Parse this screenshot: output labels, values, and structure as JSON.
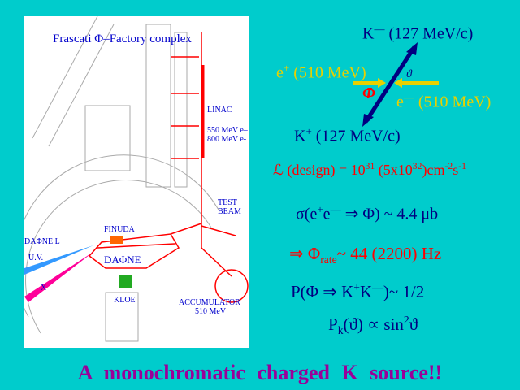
{
  "map": {
    "title": "Frascati Φ–Factory complex",
    "labels": {
      "linac": "LINAC",
      "linac_e1": "550 MeV e–",
      "linac_e2": "800 MeV e-",
      "test1": "TEST",
      "test2": "BEAM",
      "finuda": "FINUDA",
      "dafne": "DAΦNE",
      "dafnel": "DAΦNE L",
      "uv": "U.V.",
      "x": "X",
      "kloe": "KLOE",
      "acc1": "ACCUMULATOR",
      "acc2": "510 MeV"
    }
  },
  "kinematics": {
    "kminus": "K",
    "kminus_sup": "—",
    "kminus_energy": "(127 MeV/c)",
    "eplus": "e",
    "eplus_sup": "+",
    "eplus_energy": "(510 MeV)",
    "eminus": "e",
    "eminus_sup": "—",
    "eminus_energy": "(510 MeV)",
    "phi": "Φ",
    "theta": "ϑ",
    "kplus": "K",
    "kplus_sup": "+",
    "kplus_energy": "(127 MeV/c)"
  },
  "formulas": {
    "lumi_a": "ℒ (design)  = 10",
    "lumi_exp1": "31",
    "lumi_b": "  (5x10",
    "lumi_exp2": "32",
    "lumi_c": ")cm",
    "lumi_exp3": "-2",
    "lumi_d": "s",
    "lumi_exp4": "-1",
    "sigma_a": "σ(e",
    "sigma_sup1": "+",
    "sigma_b": "e",
    "sigma_sup2": "—",
    "sigma_c": "  ⇒  Φ)  ~ 4.4  μb",
    "rate_a": "⇒   Φ",
    "rate_sub": "rate",
    "rate_b": "~ 44 (2200) Hz",
    "prob_a": "P(Φ  ⇒  K",
    "prob_sup1": "+",
    "prob_b": "K",
    "prob_sup2": "—",
    "prob_c": ")~  1/2",
    "pk_a": "P",
    "pk_sub": "k",
    "pk_b": "(ϑ)  ∝  sin",
    "pk_sup": "2",
    "pk_c": "ϑ"
  },
  "footer": "A  monochromatic  charged  K  source!!"
}
